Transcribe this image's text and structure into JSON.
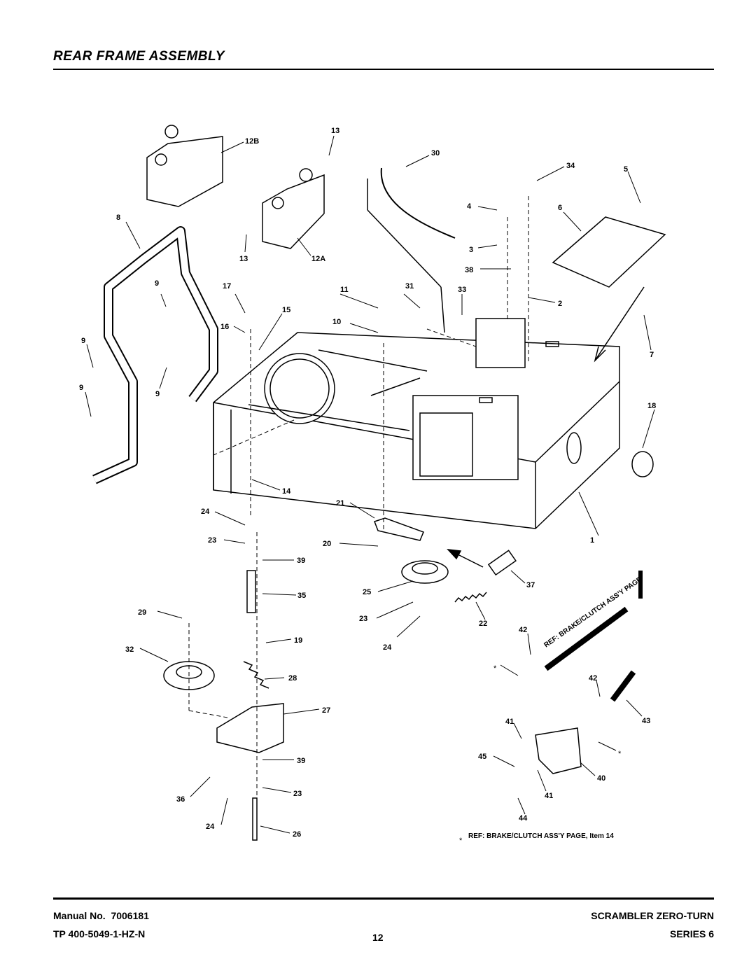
{
  "header": {
    "title": "REAR FRAME ASSEMBLY"
  },
  "diagram": {
    "callouts": {
      "c12B": "12B",
      "c13a": "13",
      "c30": "30",
      "c34": "34",
      "c5": "5",
      "c8": "8",
      "c13b": "13",
      "c12A": "12A",
      "c4": "4",
      "c6": "6",
      "c3": "3",
      "c38": "38",
      "c9a": "9",
      "c17": "17",
      "c11": "11",
      "c31": "31",
      "c33": "33",
      "c2": "2",
      "c16": "16",
      "c15": "15",
      "c10": "10",
      "c9b": "9",
      "c9c": "9",
      "c9d": "9",
      "c7": "7",
      "c18": "18",
      "c14": "14",
      "c24a": "24",
      "c21": "21",
      "c23a": "23",
      "c20": "20",
      "c39a": "39",
      "c1": "1",
      "c35": "35",
      "c25": "25",
      "c37": "37",
      "c29": "29",
      "c23b": "23",
      "c22": "22",
      "c42a": "42",
      "c19": "19",
      "c24b": "24",
      "c32": "32",
      "c28": "28",
      "c42b": "42",
      "c27": "27",
      "c41a": "41",
      "c43": "43",
      "c39b": "39",
      "c45": "45",
      "c40": "40",
      "c36": "36",
      "c23c": "23",
      "c41b": "41",
      "c24c": "24",
      "c26": "26",
      "c44": "44"
    },
    "ref_rotated": "REF: BRAKE/CLUTCH ASS'Y PAGE",
    "asterisk": "*",
    "ref_note": "REF: BRAKE/CLUTCH ASS'Y PAGE, Item 14"
  },
  "footer": {
    "manual_label": "Manual No.",
    "manual_number": "7006181",
    "tp_code": "TP 400-5049-1-HZ-N",
    "page_number": "12",
    "product": "SCRAMBLER ZERO-TURN",
    "series": "SERIES 6"
  }
}
